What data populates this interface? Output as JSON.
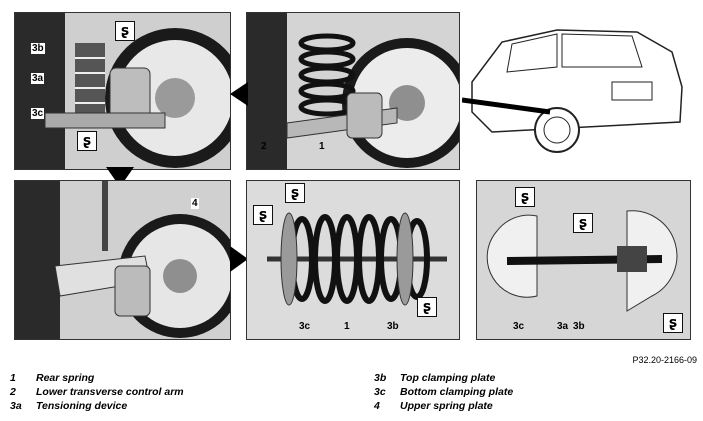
{
  "figure": {
    "reference": "P32.20-2166-09",
    "tool_symbol": "ʂ",
    "panels": [
      {
        "id": "p1",
        "labels": [
          "3b",
          "3a",
          "3c"
        ]
      },
      {
        "id": "p2",
        "labels": [
          "2",
          "1"
        ]
      },
      {
        "id": "p4",
        "labels": [
          "4"
        ]
      },
      {
        "id": "p5",
        "labels": [
          "3c",
          "1",
          "3b"
        ]
      },
      {
        "id": "p6",
        "labels": [
          "3c",
          "3a",
          "3b"
        ]
      }
    ]
  },
  "legend": {
    "left": [
      {
        "key": "1",
        "text": "Rear spring"
      },
      {
        "key": "2",
        "text": "Lower transverse control arm"
      },
      {
        "key": "3a",
        "text": "Tensioning device"
      }
    ],
    "right": [
      {
        "key": "3b",
        "text": "Top clamping plate"
      },
      {
        "key": "3c",
        "text": "Bottom clamping plate"
      },
      {
        "key": "4",
        "text": "Upper spring plate"
      }
    ]
  }
}
